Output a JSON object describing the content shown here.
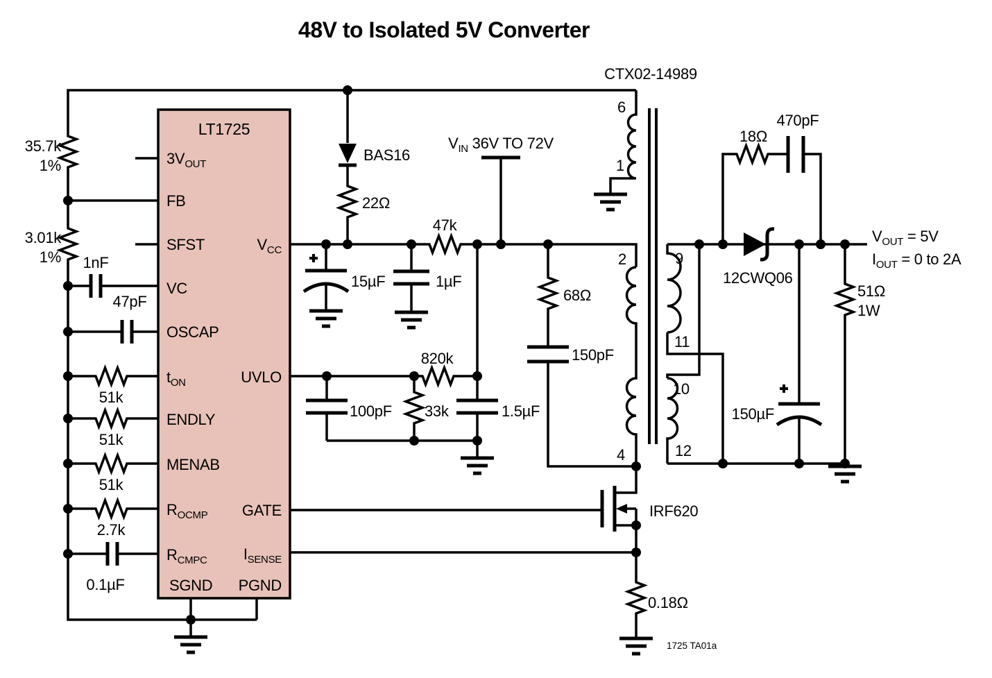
{
  "title": "48V to Isolated 5V Converter",
  "colors": {
    "ic_fill": "#e8c2b8",
    "line": "#000000",
    "bg": "#ffffff"
  },
  "ic": {
    "name": "LT1725",
    "pins_left": {
      "p3vout": {
        "m": "3V",
        "s": "OUT"
      },
      "fb": "FB",
      "sfst": "SFST",
      "vc": "VC",
      "oscap": "OSCAP",
      "ton": {
        "m": "t",
        "s": "ON"
      },
      "endly": "ENDLY",
      "menab": "MENAB",
      "rocmp": {
        "m": "R",
        "s": "OCMP"
      },
      "rcmpc": {
        "m": "R",
        "s": "CMPC"
      },
      "sgnd": "SGND"
    },
    "pins_right": {
      "vcc": {
        "m": "V",
        "s": "CC"
      },
      "uvlo": "UVLO",
      "gate": "GATE",
      "isense": {
        "m": "I",
        "s": "SENSE"
      },
      "pgnd": "PGND"
    }
  },
  "feedback": {
    "r_top": "35.7k",
    "r_top_tol": "1%",
    "r_bot": "3.01k",
    "r_bot_tol": "1%",
    "c_vc": "1nF",
    "c_oscap": "47pF",
    "r_ton": "51k",
    "r_endly": "51k",
    "r_menab": "51k",
    "r_rocmp": "2.7k",
    "c_rcmpc": "0.1µF"
  },
  "supply": {
    "diode": "BAS16",
    "r": "22Ω",
    "c_bulk": "15µF",
    "c_byp": "1µF",
    "r_feed": "47k",
    "vin": {
      "m": "V",
      "s": "IN",
      "rest": " 36V TO 72V"
    }
  },
  "uvlo_net": {
    "r_top": "820k",
    "c_filt": "100pF",
    "r_bot": "33k",
    "c_hold": "1.5µF"
  },
  "snub_pri": {
    "r": "68Ω",
    "c": "150pF"
  },
  "transformer": {
    "part": "CTX02-14989",
    "pin6": "6",
    "pin1": "1",
    "pin2": "2",
    "pin4": "4",
    "pin9": "9",
    "pin11": "11",
    "pin10": "10",
    "pin12": "12"
  },
  "output": {
    "snub_r": "18Ω",
    "snub_c": "470pF",
    "diode": "12CWQ06",
    "vout": {
      "m": "V",
      "s": "OUT",
      "rest": " = 5V"
    },
    "iout": {
      "m": "I",
      "s": "OUT",
      "rest": " = 0 to 2A"
    },
    "r_load": "51Ω",
    "r_load_w": "1W",
    "c_out": "150µF"
  },
  "switch": {
    "mosfet": "IRF620",
    "r_sense": "0.18Ω"
  },
  "note": "1725 TA01a"
}
